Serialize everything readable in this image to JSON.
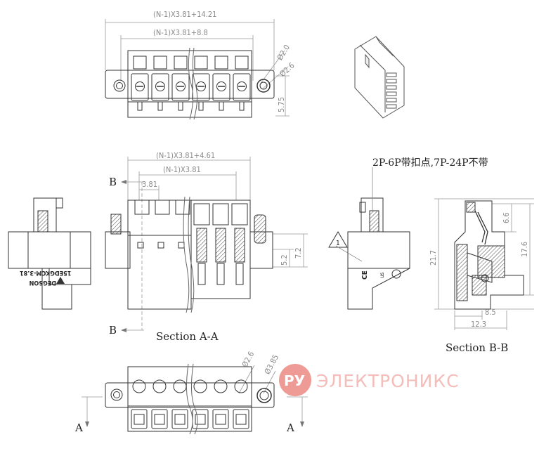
{
  "top_view": {
    "dim_total": "(N-1)X3.81+14.21",
    "dim_pitch": "(N-1)X3.81+8.8",
    "dim_hole_small": "Ø2.0",
    "dim_hole_large": "Ø2.6",
    "dim_height": "5.75"
  },
  "section_aa": {
    "dim_total": "(N-1)X3.81+4.61",
    "dim_pitch_span": "(N-1)X3.81",
    "dim_pitch": "3.81",
    "dim_height_a": "5.2",
    "dim_height_b": "7.2",
    "marker_b": "B",
    "title": "Section A-A"
  },
  "side_view": {
    "brand": "DEGSON",
    "part": "15EDGKCM-3.81"
  },
  "note_view": {
    "note": "2P-6P带扣点,7P-24P不带",
    "warning_number": "1",
    "ce": "CE",
    "ul": "us"
  },
  "section_bb": {
    "dim_total_height": "21.7",
    "dim_height": "17.6",
    "dim_upper": "6.6",
    "dim_depth_a": "8.5",
    "dim_depth_b": "12.3",
    "title": "Section B-B"
  },
  "bottom_view": {
    "dim_hole_small": "Ø2.6",
    "dim_hole_large": "Ø3.85",
    "marker_a": "A"
  },
  "watermark": {
    "logo": "РУ",
    "text": "ЭЛЕКТРОНИКС",
    "color": "#e8736b"
  }
}
